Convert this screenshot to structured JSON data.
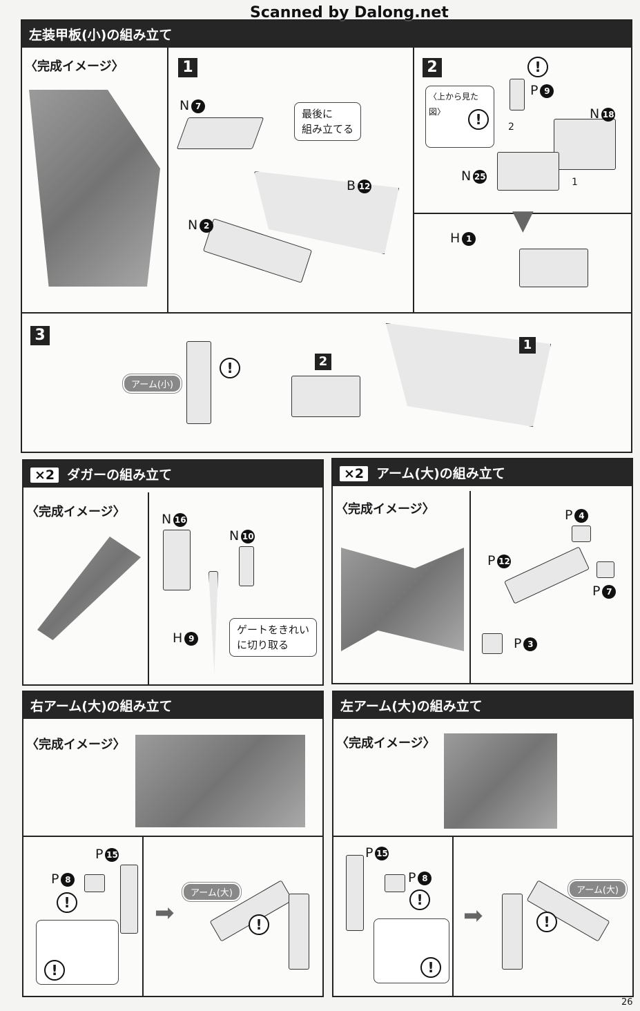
{
  "watermark": "Scanned by Dalong.net",
  "page_number": "26",
  "sections": {
    "left_armor_small": {
      "title": "左装甲板(小)の組み立て",
      "completed_image": "〈完成イメージ〉",
      "step1": {
        "number": "1",
        "note": [
          "最後に",
          "組み立てる"
        ],
        "parts": [
          {
            "letter": "N",
            "num": "7"
          },
          {
            "letter": "B",
            "num": "12"
          },
          {
            "letter": "N",
            "num": "2"
          }
        ]
      },
      "step2": {
        "number": "2",
        "top_view": "〈上から見た図〉",
        "parts": [
          {
            "letter": "P",
            "num": "9"
          },
          {
            "letter": "N",
            "num": "18"
          },
          {
            "letter": "N",
            "num": "25"
          },
          {
            "letter": "H",
            "num": "1"
          }
        ],
        "order": [
          "1",
          "2"
        ]
      },
      "step3": {
        "number": "3",
        "arm_label": "アーム(小)",
        "refs": [
          "2",
          "1"
        ]
      }
    },
    "dagger": {
      "multiplier": "×2",
      "title": "ダガーの組み立て",
      "completed_image": "〈完成イメージ〉",
      "parts": [
        {
          "letter": "N",
          "num": "16"
        },
        {
          "letter": "N",
          "num": "10"
        },
        {
          "letter": "H",
          "num": "9"
        }
      ],
      "note": [
        "ゲートをきれい",
        "に切り取る"
      ]
    },
    "arm_large": {
      "multiplier": "×2",
      "title": "アーム(大)の組み立て",
      "completed_image": "〈完成イメージ〉",
      "parts": [
        {
          "letter": "P",
          "num": "4"
        },
        {
          "letter": "P",
          "num": "12"
        },
        {
          "letter": "P",
          "num": "7"
        },
        {
          "letter": "P",
          "num": "3"
        }
      ]
    },
    "right_arm_large": {
      "title": "右アーム(大)の組み立て",
      "completed_image": "〈完成イメージ〉",
      "parts": [
        {
          "letter": "P",
          "num": "15"
        },
        {
          "letter": "P",
          "num": "8"
        }
      ],
      "arm_label": "アーム(大)"
    },
    "left_arm_large": {
      "title": "左アーム(大)の組み立て",
      "completed_image": "〈完成イメージ〉",
      "parts": [
        {
          "letter": "P",
          "num": "15"
        },
        {
          "letter": "P",
          "num": "8"
        }
      ],
      "arm_label": "アーム(大)"
    },
    "warning_symbol": "!"
  }
}
